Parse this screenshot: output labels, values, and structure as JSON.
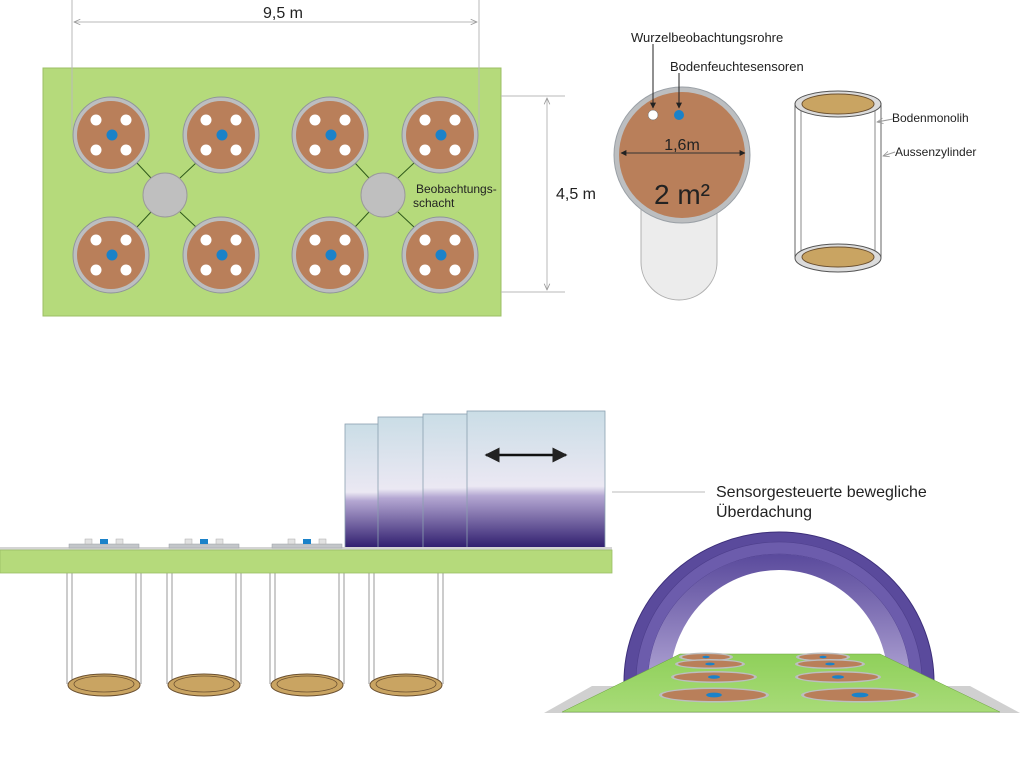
{
  "plan": {
    "width_label": "9,5 m",
    "height_label": "4,5 m",
    "shaft_label_line1": "Beobachtungs-",
    "shaft_label_line2": "schacht",
    "lysimeter_count": 8,
    "shaft_count": 2
  },
  "detail": {
    "label_root_tubes": "Wurzelbeobachtungsrohre",
    "label_moisture_sensors": "Bodenfeuchtesensoren",
    "diameter_label": "1,6m",
    "area_label": "2 m²"
  },
  "cylinder": {
    "label_monolith": "Bodenmonolih",
    "label_outer": "Aussenzylinder"
  },
  "section": {
    "roof_label_line1": "Sensorgesteuerte bewegliche",
    "roof_label_line2": "Überdachung",
    "roof_segments": 4,
    "buried_cylinders": 4
  },
  "colors": {
    "grass": "#b5da7b",
    "soil": "#b97f5a",
    "ring": "#bcbec0",
    "sensor": "#1b82c9",
    "tube": "#ffffff",
    "monolith": "#c9a462",
    "roof_dark": "#2f1d6e",
    "roof_light": "#cfe0e8"
  }
}
